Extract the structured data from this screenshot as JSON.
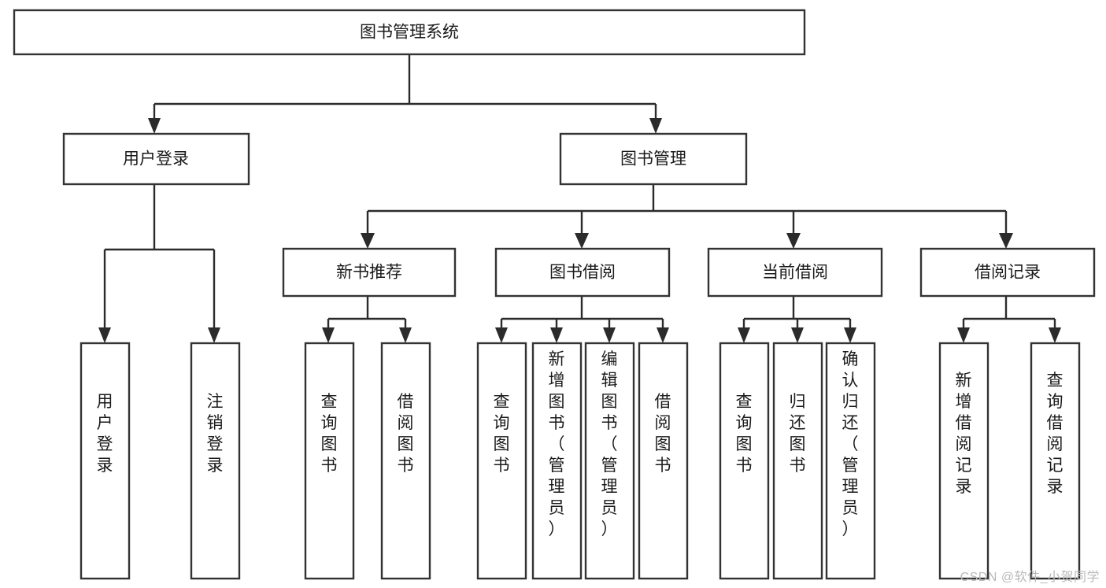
{
  "diagram": {
    "type": "tree-hierarchy-chart",
    "title": "图书管理系统",
    "watermark": "CSDN @软件_小贺同学",
    "colors": {
      "background": "#ffffff",
      "box_fill": "#ffffff",
      "box_stroke": "#333333",
      "connector": "#2b2b2b",
      "text": "#1a1a1a",
      "watermark": "#b9b9b9"
    },
    "levels": {
      "root": {
        "label": "图书管理系统",
        "orientation": "horizontal"
      },
      "level2": [
        {
          "label": "用户登录",
          "orientation": "horizontal"
        },
        {
          "label": "图书管理",
          "orientation": "horizontal"
        }
      ],
      "level3": [
        {
          "label": "新书推荐",
          "orientation": "horizontal",
          "parent": "图书管理"
        },
        {
          "label": "图书借阅",
          "orientation": "horizontal",
          "parent": "图书管理"
        },
        {
          "label": "当前借阅",
          "orientation": "horizontal",
          "parent": "图书管理"
        },
        {
          "label": "借阅记录",
          "orientation": "horizontal",
          "parent": "图书管理"
        }
      ],
      "leaves": [
        {
          "label": "用户登录",
          "orientation": "vertical",
          "parent": "用户登录"
        },
        {
          "label": "注销登录",
          "orientation": "vertical",
          "parent": "用户登录"
        },
        {
          "label": "查询图书",
          "orientation": "vertical",
          "parent": "新书推荐"
        },
        {
          "label": "借阅图书",
          "orientation": "vertical",
          "parent": "新书推荐"
        },
        {
          "label": "查询图书",
          "orientation": "vertical",
          "parent": "图书借阅"
        },
        {
          "label": "新增图书（管理员）",
          "orientation": "vertical",
          "parent": "图书借阅"
        },
        {
          "label": "编辑图书（管理员）",
          "orientation": "vertical",
          "parent": "图书借阅"
        },
        {
          "label": "借阅图书",
          "orientation": "vertical",
          "parent": "图书借阅"
        },
        {
          "label": "查询图书",
          "orientation": "vertical",
          "parent": "当前借阅"
        },
        {
          "label": "归还图书",
          "orientation": "vertical",
          "parent": "当前借阅"
        },
        {
          "label": "确认归还（管理员）",
          "orientation": "vertical",
          "parent": "当前借阅"
        },
        {
          "label": "新增借阅记录",
          "orientation": "vertical",
          "parent": "借阅记录"
        },
        {
          "label": "查询借阅记录",
          "orientation": "vertical",
          "parent": "借阅记录"
        }
      ]
    }
  }
}
